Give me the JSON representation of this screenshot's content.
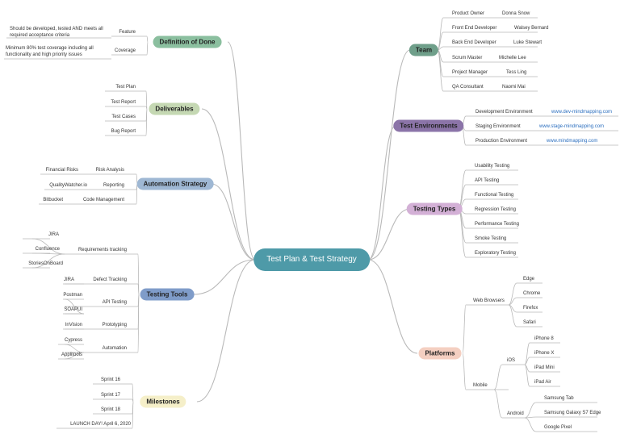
{
  "center": "Test Plan & Test Strategy",
  "definition_of_done": {
    "title": "Definition of Done",
    "color": "#8bbf9f",
    "feature": "Feature",
    "feature_text": "Should be developed, tested AND meets all required acceptance criteria",
    "coverage": "Coverage",
    "coverage_text": "Minimum 80% test coverage including all functionality and high priority issues"
  },
  "deliverables": {
    "title": "Deliverables",
    "color": "#c5d8b3",
    "items": [
      "Test Plan",
      "Test Report",
      "Test Cases",
      "Bug Report"
    ]
  },
  "automation_strategy": {
    "title": "Automation Strategy",
    "color": "#9fb8d4",
    "risk_analysis": "Risk Analysis",
    "financial_risks": "Financial Risks",
    "reporting": "Reporting",
    "qualitywatcher": "QualityWatcher.io",
    "code_management": "Code Management",
    "bitbucket": "Bitbucket"
  },
  "testing_tools": {
    "title": "Testing Tools",
    "color": "#7f9cc9",
    "requirements_tracking": "Requirements tracking",
    "requirements_items": [
      "JIRA",
      "Confluence",
      "StoriesOnBoard"
    ],
    "defect_tracking": "Defect Tracking",
    "defect_items": [
      "JIRA"
    ],
    "api_testing": "API Testing",
    "api_items": [
      "Postman",
      "SOAPUI"
    ],
    "prototyping": "Prototyping",
    "prototyping_items": [
      "InVision"
    ],
    "automation": "Automation",
    "automation_items": [
      "Cypress",
      "Applitools"
    ]
  },
  "milestones": {
    "title": "Milestones",
    "color": "#f5efc9",
    "items": [
      "Sprint 16",
      "Sprint 17",
      "Sprint 18",
      "LAUNCH DAY! April 6, 2020"
    ]
  },
  "team": {
    "title": "Team",
    "color": "#6f9f8a",
    "members": [
      {
        "role": "Product Owner",
        "name": "Donna Snow"
      },
      {
        "role": "Front End Developer",
        "name": "Walsey Bernard"
      },
      {
        "role": "Back End Developer",
        "name": "Luke Stewart"
      },
      {
        "role": "Scrum Master",
        "name": "Michelle Lee"
      },
      {
        "role": "Project Manager",
        "name": "Tess Ling"
      },
      {
        "role": "QA Consultant",
        "name": "Naomi Mai"
      }
    ]
  },
  "test_environments": {
    "title": "Test Environments",
    "color": "#8b74a8",
    "items": [
      {
        "name": "Development Environment",
        "url": "www.dev-mindmapping.com"
      },
      {
        "name": "Staging Environment",
        "url": "www.stage-mindmapping.com"
      },
      {
        "name": "Production Environment",
        "url": "www.mindmapping.com"
      }
    ]
  },
  "testing_types": {
    "title": "Testing Types",
    "color": "#d3b0d6",
    "items": [
      "Usability Testing",
      "API Testing",
      "Functional Testing",
      "Regression Testing",
      "Performance Testing",
      "Smoke Testing",
      "Exploratory Testing"
    ]
  },
  "platforms": {
    "title": "Platforms",
    "color": "#f4cfc1",
    "web_browsers": "Web Browsers",
    "browsers": [
      "Edge",
      "Chrome",
      "Firefox",
      "Safari"
    ],
    "mobile": "Mobile",
    "ios": "iOS",
    "ios_devices": [
      "iPhone 8",
      "iPhone X",
      "iPad Mini",
      "iPad Air"
    ],
    "android": "Android",
    "android_devices": [
      "Samsung Tab",
      "Samsung Galaxy S7 Edge",
      "Google Pixel"
    ]
  },
  "line_color": "#b9b9b9"
}
